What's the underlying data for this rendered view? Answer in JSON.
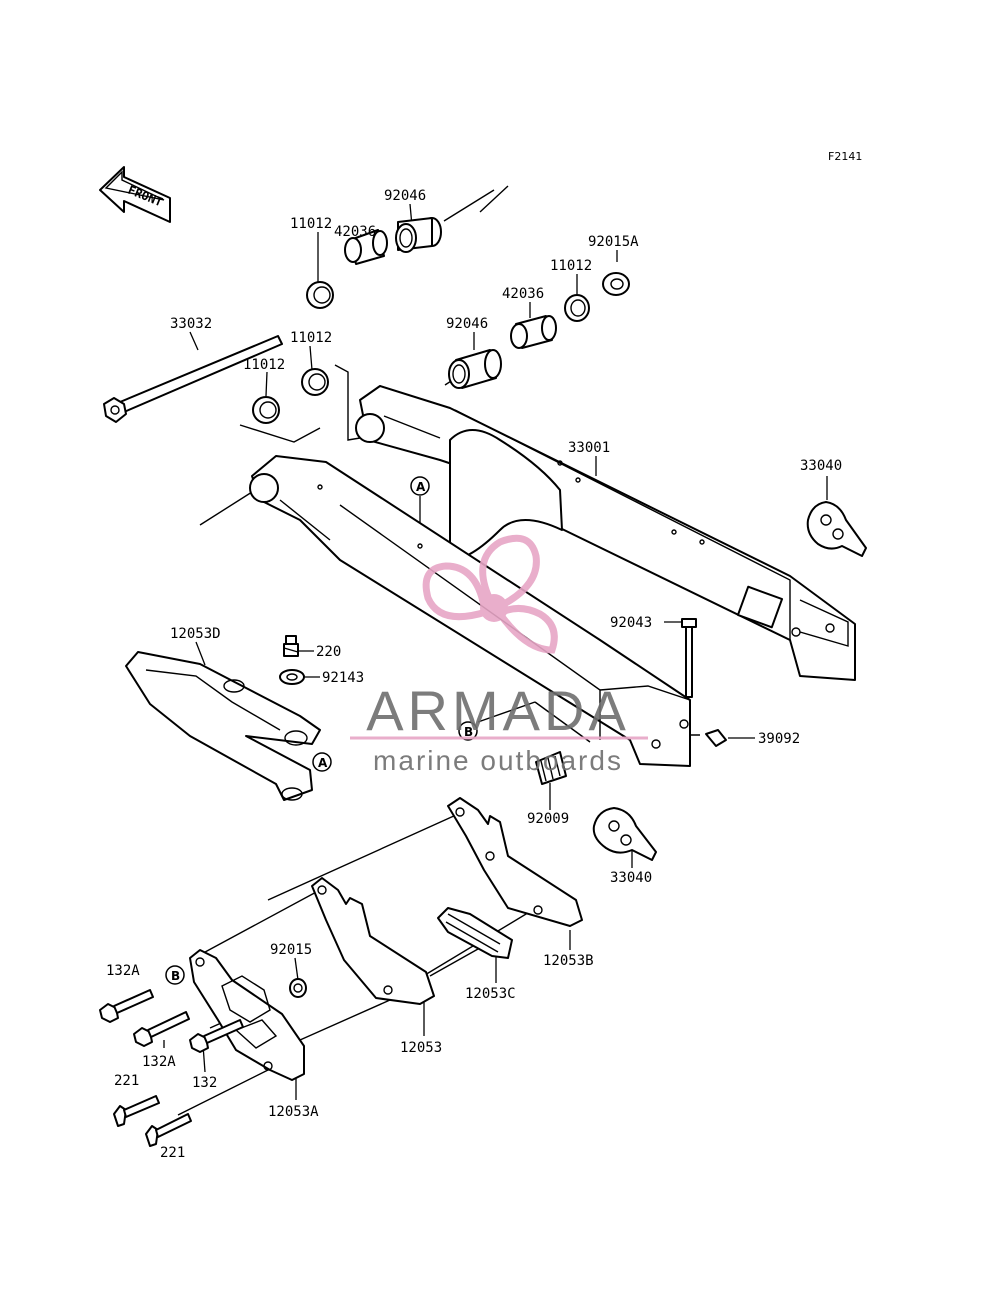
{
  "diagram": {
    "code": "F2141",
    "front_label": "FRONT",
    "watermark": {
      "brand": "ARMADA",
      "tagline": "marine outboards",
      "color": "#e7a6c6"
    },
    "refs": {
      "a": "A",
      "b": "B"
    },
    "parts": {
      "p92046_top": "92046",
      "p42036_top": "42036",
      "p11012_top": "11012",
      "p92015A": "92015A",
      "p11012_right": "11012",
      "p42036_right": "42036",
      "p92046_right": "92046",
      "p33032": "33032",
      "p11012_mid": "11012",
      "p11012_left": "11012",
      "p33001": "33001",
      "p33040_top": "33040",
      "p12053D": "12053D",
      "p220": "220",
      "p92143": "92143",
      "p92043": "92043",
      "p39092": "39092",
      "p92009": "92009",
      "p33040_bottom": "33040",
      "p12053B": "12053B",
      "p12053C": "12053C",
      "p12053": "12053",
      "p92015": "92015",
      "p132A_top": "132A",
      "p132A_bottom": "132A",
      "p132": "132",
      "p221_top": "221",
      "p221_bottom": "221",
      "p12053A": "12053A"
    }
  }
}
